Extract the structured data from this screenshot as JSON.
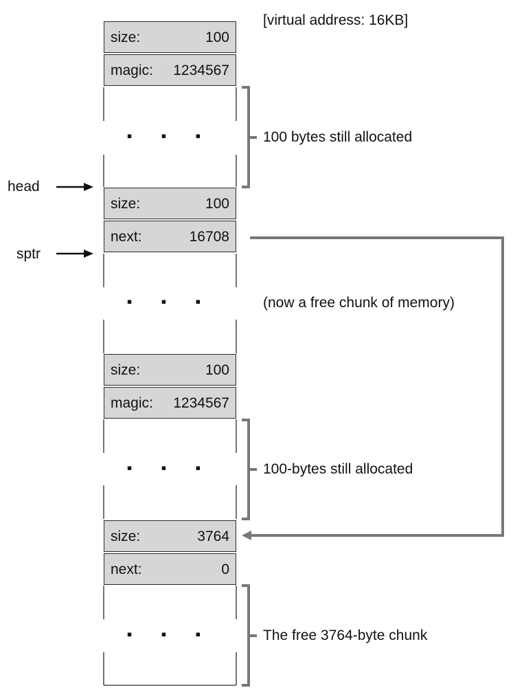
{
  "header_label": "[virtual address: 16KB]",
  "pointers": {
    "head": "head",
    "sptr": "sptr"
  },
  "ellipsis": "▪ ▪ ▪",
  "blocks": [
    {
      "rows": [
        {
          "key": "size:",
          "value": "100"
        },
        {
          "key": "magic:",
          "value": "1234567"
        }
      ],
      "note": "100 bytes still allocated"
    },
    {
      "rows": [
        {
          "key": "size:",
          "value": "100"
        },
        {
          "key": "next:",
          "value": "16708"
        }
      ],
      "note": "(now a free chunk of memory)"
    },
    {
      "rows": [
        {
          "key": "size:",
          "value": "100"
        },
        {
          "key": "magic:",
          "value": "1234567"
        }
      ],
      "note": "100-bytes still allocated"
    },
    {
      "rows": [
        {
          "key": "size:",
          "value": "3764"
        },
        {
          "key": "next:",
          "value": "0"
        }
      ],
      "note": "The free 3764-byte chunk"
    }
  ]
}
